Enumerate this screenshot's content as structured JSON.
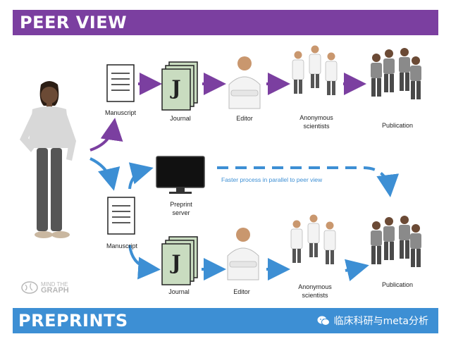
{
  "top_banner": {
    "title": "PEER VIEW",
    "color": "#7b3fa0"
  },
  "bottom_banner": {
    "title": "PREPRINTS",
    "color": "#3d8fd4"
  },
  "watermark": {
    "text": "临床科研与meta分析",
    "icon": "wechat-icon"
  },
  "logo": {
    "line1": "MIND THE",
    "line2": "GRAPH",
    "icon": "brain-icon"
  },
  "top_flow": {
    "manuscript": "Manuscript",
    "journal": "Journal",
    "journal_letter": "J",
    "editor": "Editor",
    "scientists_line1": "Anonymous",
    "scientists_line2": "scientists",
    "publication": "Publication"
  },
  "bottom_flow": {
    "manuscript": "Manuscript",
    "preprint_line1": "Preprint",
    "preprint_line2": "server",
    "dashed_note": "Faster process in parallel to peer view",
    "journal": "Journal",
    "journal_letter": "J",
    "editor": "Editor",
    "scientists_line1": "Anonymous",
    "scientists_line2": "scientists",
    "publication": "Publication"
  },
  "colors": {
    "purple": "#7b3fa0",
    "blue": "#3d8fd4",
    "journal_green": "#c9dcc0"
  }
}
